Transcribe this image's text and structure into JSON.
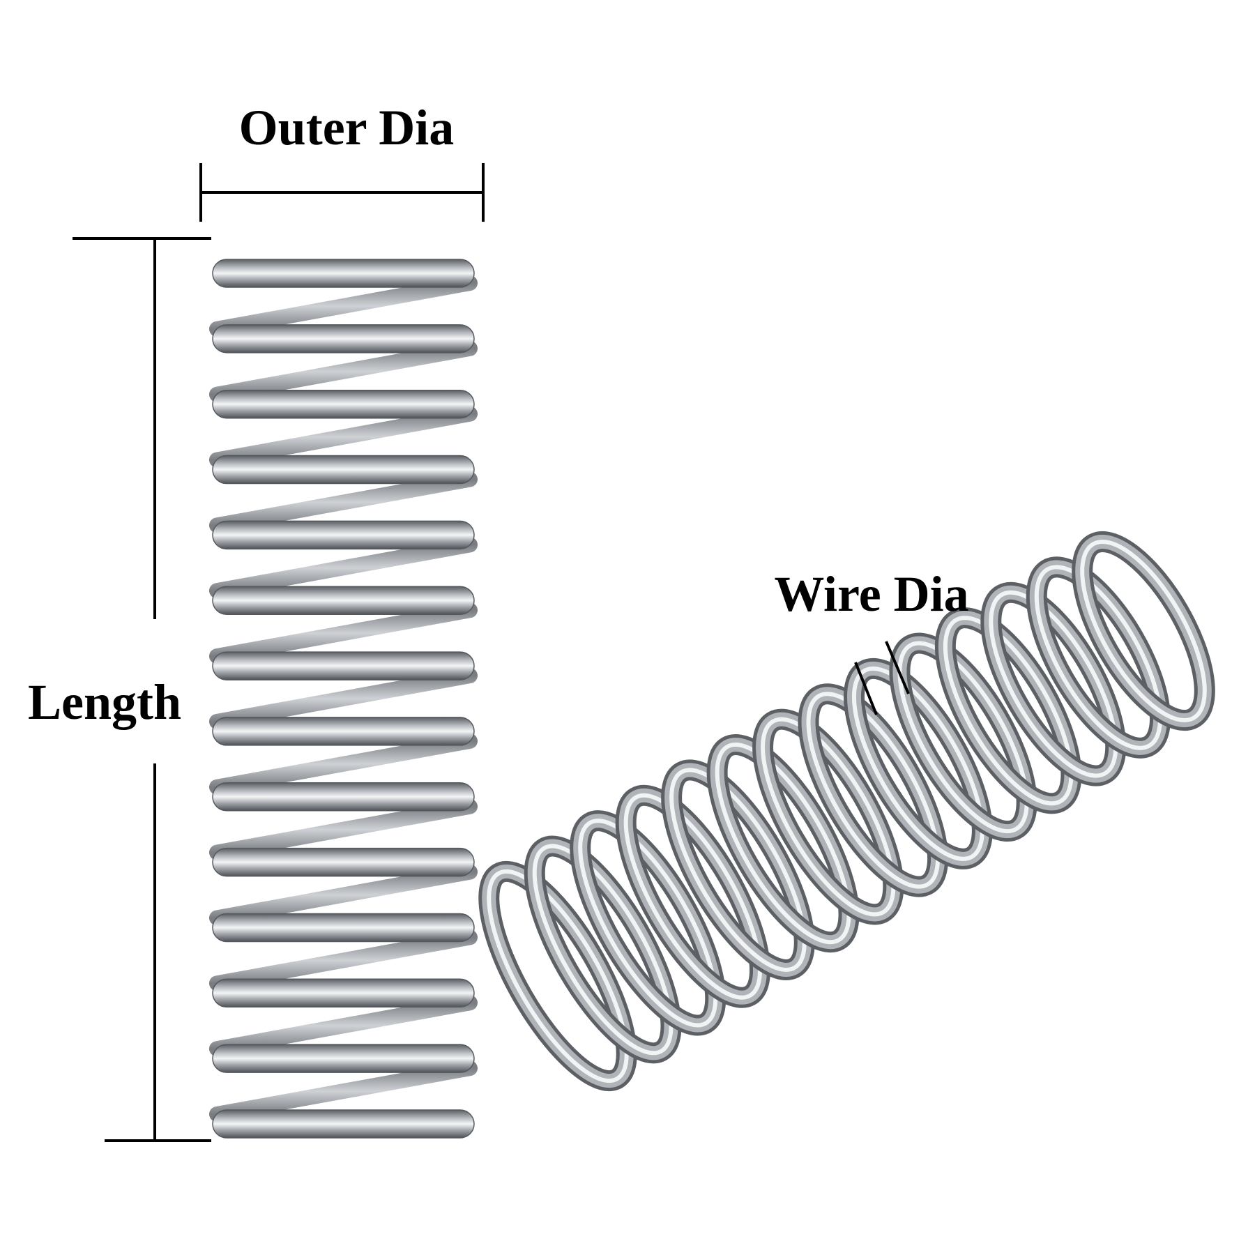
{
  "labels": {
    "outer_dia": "Outer Dia",
    "length": "Length",
    "wire_dia": "Wire Dia"
  },
  "colors": {
    "background": "#ffffff",
    "dimension_line": "#000000",
    "steel_dark": "#55595e",
    "steel_mid": "#a9adb2",
    "steel_light": "#f4f5f6"
  },
  "springs": {
    "upright": {
      "coil_count": 14
    },
    "tilted": {
      "coil_count": 14
    }
  }
}
